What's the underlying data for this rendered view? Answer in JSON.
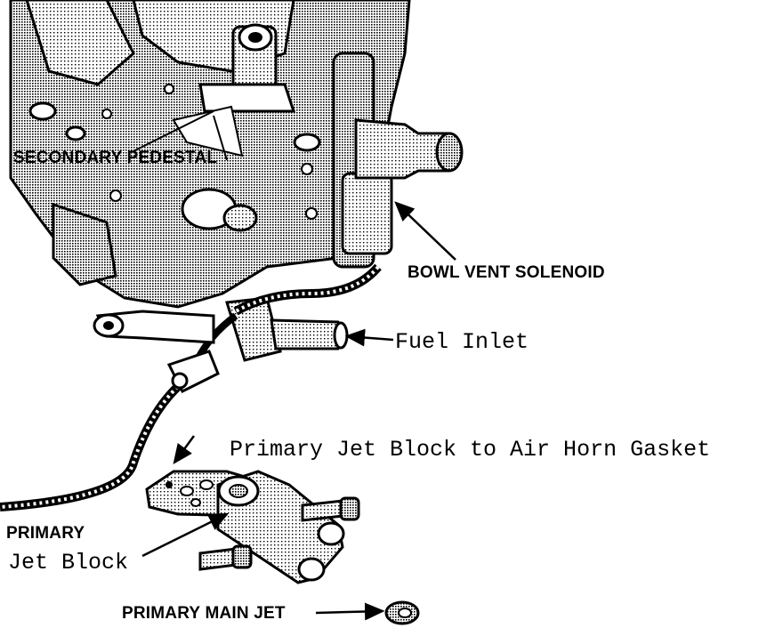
{
  "labels": {
    "secondary_pedestal": "SECONDARY PEDESTAL",
    "bowl_vent_solenoid": "BOWL VENT SOLENOID",
    "fuel_inlet": "Fuel Inlet",
    "gasket": "Primary Jet Block to Air Horn Gasket",
    "primary": "PRIMARY",
    "jet_block": "Jet Block",
    "primary_main_jet": "PRIMARY MAIN JET"
  },
  "colors": {
    "ink": "#000000",
    "paper": "#ffffff",
    "halftone": "#9a9a9a"
  }
}
